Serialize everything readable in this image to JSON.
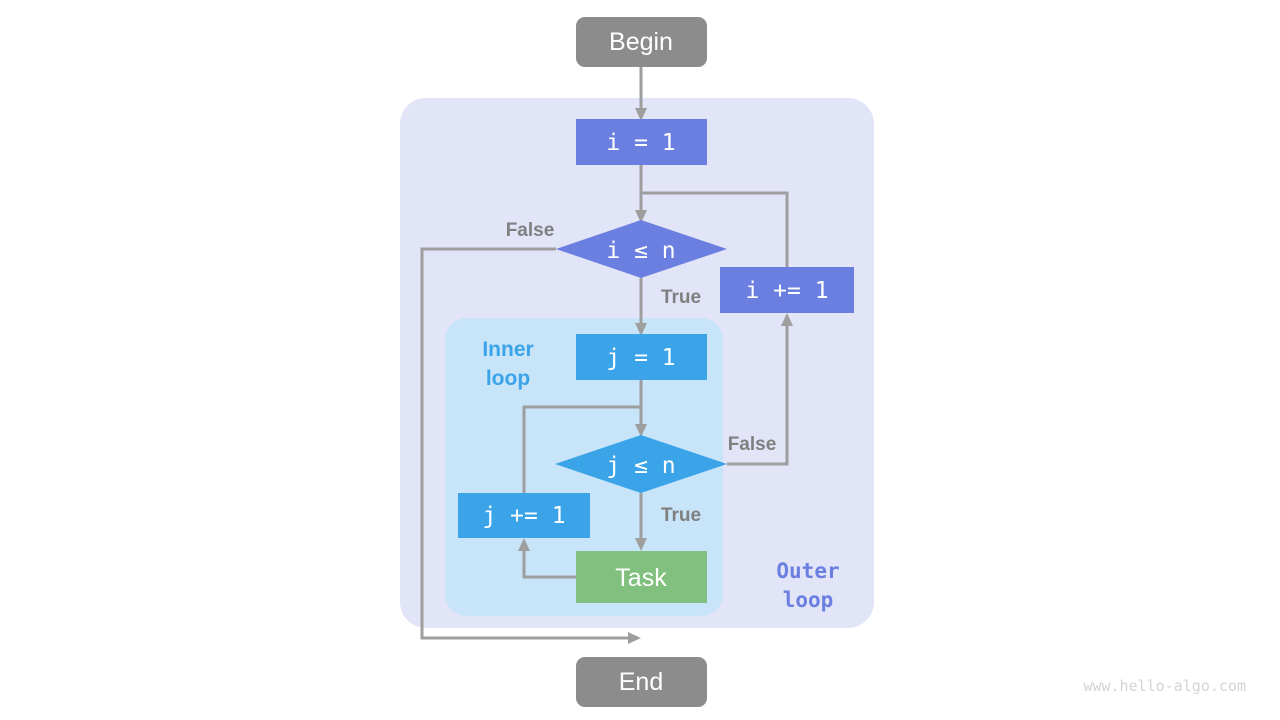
{
  "diagram": {
    "title_watermark": "www.hello-algo.com",
    "colors": {
      "terminal": "#8c8c8c",
      "outer_process": "#6b7fe0",
      "inner_process": "#3ba3e8",
      "task": "#81c07e",
      "outer_group_fill": "#e2e4f7",
      "inner_group_fill": "#c7e4f9",
      "edge": "#9e9e9e",
      "edge_label": "#808080",
      "outer_group_label": "#6b7fe0",
      "inner_group_label": "#3ba3e8",
      "watermark": "#d4d4d4"
    },
    "groups": [
      {
        "id": "outer-loop",
        "label_line1": "Outer",
        "label_line2": "loop"
      },
      {
        "id": "inner-loop",
        "label_line1": "Inner",
        "label_line2": "loop"
      }
    ],
    "nodes": [
      {
        "id": "begin",
        "shape": "terminal",
        "label": "Begin"
      },
      {
        "id": "i-init",
        "shape": "process",
        "label": "i = 1"
      },
      {
        "id": "i-cond",
        "shape": "decision",
        "label": "i ≤ n"
      },
      {
        "id": "i-inc",
        "shape": "process",
        "label": "i += 1"
      },
      {
        "id": "j-init",
        "shape": "process",
        "label": "j = 1"
      },
      {
        "id": "j-cond",
        "shape": "decision",
        "label": "j ≤ n"
      },
      {
        "id": "j-inc",
        "shape": "process",
        "label": "j += 1"
      },
      {
        "id": "task",
        "shape": "process",
        "label": "Task"
      },
      {
        "id": "end",
        "shape": "terminal",
        "label": "End"
      }
    ],
    "edge_labels": {
      "i_cond_false": "False",
      "i_cond_true": "True",
      "j_cond_false": "False",
      "j_cond_true": "True"
    }
  }
}
